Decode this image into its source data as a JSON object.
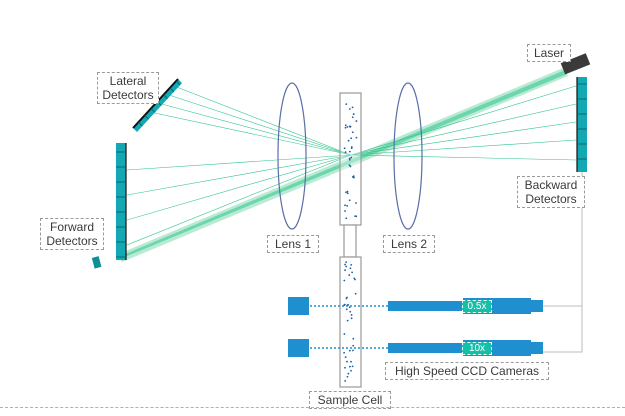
{
  "labels": {
    "laser": "Laser",
    "lateral_line1": "Lateral",
    "lateral_line2": "Detectors",
    "backward_line1": "Backward",
    "backward_line2": "Detectors",
    "forward_line1": "Forward",
    "forward_line2": "Detectors",
    "lens1": "Lens 1",
    "lens2": "Lens 2",
    "cameras": "High Speed CCD Cameras",
    "sample_cell": "Sample Cell"
  },
  "cameras": [
    {
      "magnification": "0.5x"
    },
    {
      "magnification": "10x"
    }
  ],
  "colors": {
    "beam": "#2fc48c",
    "beam_light": "#a8e6cc",
    "detector": "#12a9b4",
    "camera": "#1f8fd0",
    "lens": "#5a6ea8",
    "laser_body": "#3a3a3a",
    "particle": "#1a5fa0"
  }
}
